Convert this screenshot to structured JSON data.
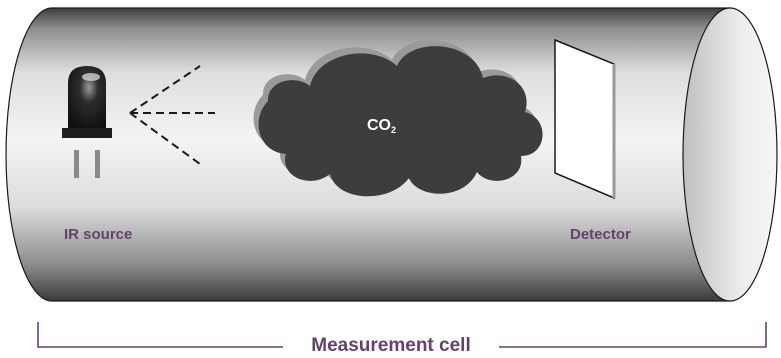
{
  "labels": {
    "source": "IR source",
    "detector": "Detector",
    "gas_main": "CO",
    "gas_sub": "2",
    "cell": "Measurement cell"
  },
  "colors": {
    "accent": "#64416f",
    "cloud": "#3d3d3d",
    "cloud_shadow": "#9a9a9a",
    "tube_light": "#f2f2f2",
    "tube_dark": "#4a4a4a",
    "source_body": "#1e1e1e",
    "outline": "#1a1a1a"
  },
  "icons": {
    "source": "ir-emitter-icon",
    "beams": "dashed-beam-icon",
    "gas": "gas-cloud-icon",
    "detector": "detector-plate-icon"
  }
}
